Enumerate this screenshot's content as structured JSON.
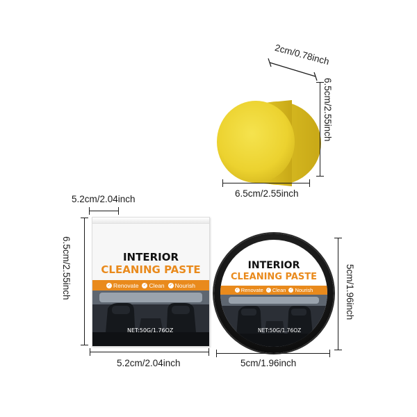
{
  "dimensions": {
    "sponge_thickness": "2cm/0.78inch",
    "sponge_height": "6.5cm/2.55inch",
    "sponge_width": "6.5cm/2.55inch",
    "box_depth": "5.2cm/2.04inch",
    "box_height": "6.5cm/2.55inch",
    "box_width": "5.2cm/2.04inch",
    "tin_height": "5cm/1.96inch",
    "tin_width": "5cm/1.96inch"
  },
  "product": {
    "title_line1": "INTERIOR",
    "title_line2": "CLEANING PASTE",
    "features": [
      "Renovate",
      "Clean",
      "Nourish"
    ],
    "check_mark": "✓",
    "net_weight": "NET:50G/1.76OZ"
  },
  "colors": {
    "sponge_yellow": "#f2dc3a",
    "label_orange": "#e98a1c",
    "tin_black": "#101010"
  }
}
